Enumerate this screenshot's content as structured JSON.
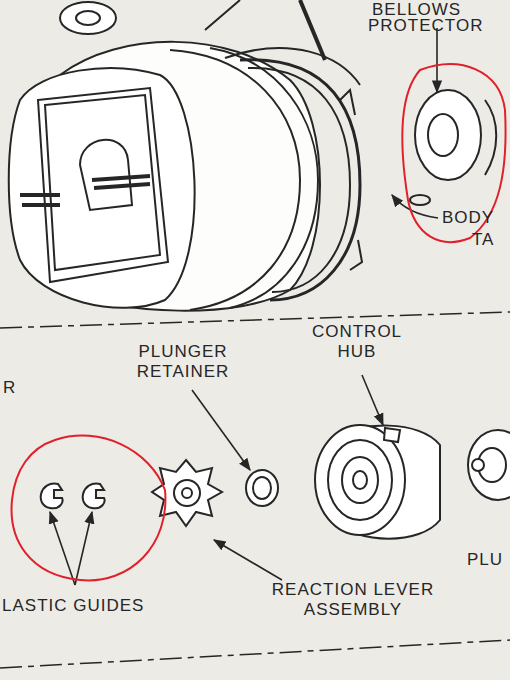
{
  "diagram": {
    "labels": [
      "BELLOWS",
      "PROTECTOR",
      "BODY",
      "TA",
      "R",
      "PLUNGER RETAINER",
      "CONTROL HUB",
      "PLU",
      "LASTIC GUIDES",
      "REACTION LEVER ASSEMBLY"
    ]
  }
}
